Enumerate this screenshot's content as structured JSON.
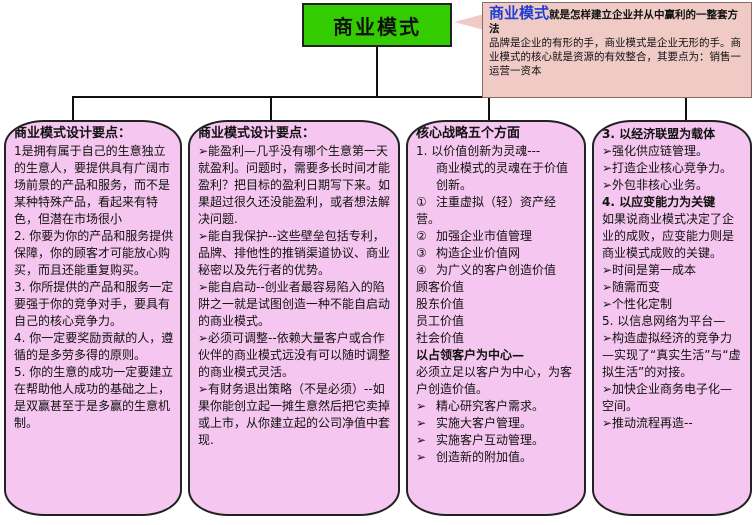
{
  "title": "商业模式",
  "callout": {
    "term": "商业模式",
    "head_rest": "就是怎样建立企业并从中赢利的一整套方法",
    "line1": "品牌是企业的有形的手，商业模式是企业无形的手。商业模式的核心就是资源的有效整合，其要点为：销售一运营一资本"
  },
  "panels": [
    {
      "heading": "商业模式设计要点：",
      "items": [
        "1是拥有属于自己的生意独立的生意人，要提供具有广阔市场前景的产品和服务，而不是某种特殊产品，看起来有特色，但潜在市场很小",
        "2. 你要为你的产品和服务提供保障，你的顾客才可能放心购买，而且还能重复购买。",
        "3. 你所提供的产品和服务一定要强于你的竞争对手，要具有自己的核心竞争力。",
        "4. 你一定要奖励贡献的人，遵循的是多劳多得的原则。",
        "5. 你的生意的成功一定要建立在帮助他人成功的基础之上，是双赢甚至于是多赢的生意机制。"
      ]
    },
    {
      "heading": "商业模式设计要点：",
      "items": [
        "➢能盈利—几乎没有哪个生意第一天就盈利。问题时，需要多长时间才能盈利？把目标的盈利日期写下来。如果超过很久还没能盈利，或者想法解决问题.",
        "➢能自我保护--这些壁垒包括专利，品牌、排他性的推销渠道协议、商业秘密以及先行者的优势。",
        "➢能自启动--创业者最容易陷入的陷阱之一就是试图创造一种不能自启动的商业模式。",
        "➢必须可调整--依赖大量客户或合作伙伴的商业模式远没有可以随时调整的商业模式灵活。",
        "➢有财务退出策略（不是必须）--如果你能创立起一摊生意然后把它卖掉或上市，从你建立起的公司净值中套现."
      ]
    },
    {
      "heading": "核心战略五个方面",
      "intro": "1. 以价值创新为灵魂---",
      "intro_cont": "商业模式的灵魂在于价值创新。",
      "numbered": [
        {
          "mark": "①",
          "text": "注重虚拟（轻）资产经营。"
        },
        {
          "mark": "②",
          "text": "加强企业市值管理"
        },
        {
          "mark": "③",
          "text": "构造企业价值网"
        },
        {
          "mark": "④",
          "text": "为广义的客户创造价值"
        }
      ],
      "values": [
        "顾客价值",
        "股东价值",
        "员工价值",
        "社会价值"
      ],
      "sub_heading": "以占领客户为中心—",
      "sub_text": "必须立足以客户为中心，为客户创造价值。",
      "bullets": [
        "精心研究客户需求。",
        "实施大客户管理。",
        "实施客户互动管理。",
        "创造新的附加值。"
      ]
    },
    {
      "h3": "3. 以经济联盟为载体",
      "b3": [
        "➢强化供应链管理。",
        "➢打造企业核心竞争力。",
        "➢外包非核心业务。"
      ],
      "h4": "4. 以应变能力为关键",
      "t4": "如果说商业模式决定了企业的成败，应变能力则是商业模式成败的关键。",
      "b4": [
        "➢时间是第一成本",
        "➢随需而变",
        "➢个性化定制"
      ],
      "h5": "5. 以信息网络为平台—",
      "b5": [
        "➢构造虚拟经济的竞争力—实现了“真实生活”与“虚拟生活”的对接。",
        "➢加快企业商务电子化—空间。",
        "➢推动流程再造--"
      ]
    }
  ]
}
